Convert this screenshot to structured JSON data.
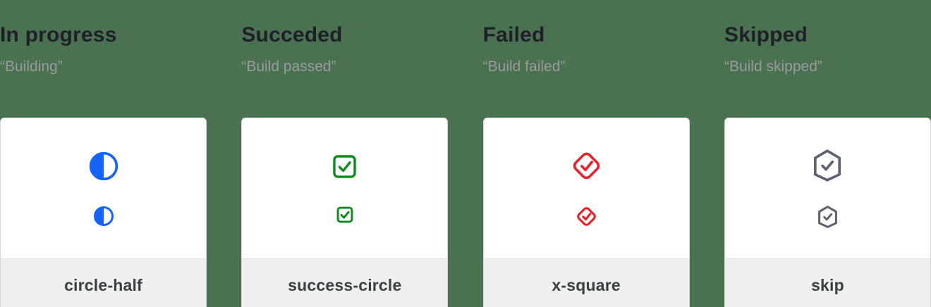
{
  "page": {
    "background_color": "#4A7150",
    "card_background": "#ffffff",
    "footer_background": "#efefef"
  },
  "columns": [
    {
      "title": "In progress",
      "subtitle": "“Building”",
      "icon": "circle-half-icon",
      "icon_color": "#1763F6",
      "label": "circle-half"
    },
    {
      "title": "Succeded",
      "subtitle": "“Build passed”",
      "icon": "check-square-icon",
      "icon_color": "#0E8A1E",
      "label": "success-circle"
    },
    {
      "title": "Failed",
      "subtitle": "“Build failed”",
      "icon": "check-diamond-icon",
      "icon_color": "#E5212A",
      "label": "x-square"
    },
    {
      "title": "Skipped",
      "subtitle": "“Build skipped”",
      "icon": "check-hexagon-icon",
      "icon_color": "#5A6170",
      "label": "skip"
    }
  ]
}
